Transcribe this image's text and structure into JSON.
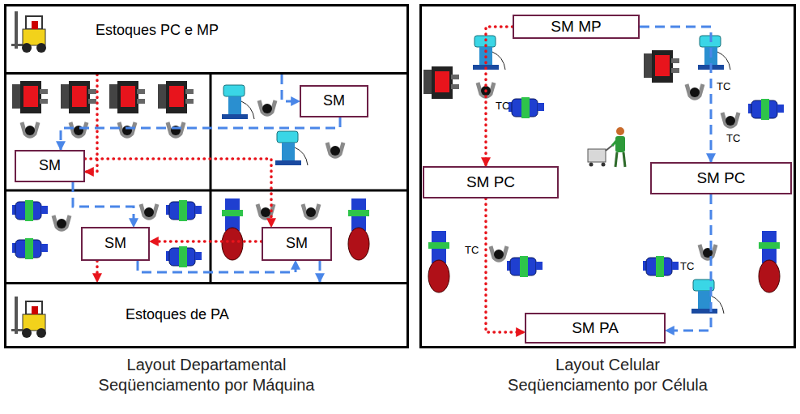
{
  "diagram": {
    "nodes": [
      {
        "text": [
          "Layout Departamental Seqüenciamento por Máquina"
        ]
      },
      {
        "text": [
          "Estoques PC e MP"
        ],
        "in": 0
      },
      {
        "text": [
          "SM"
        ],
        "in": 0
      },
      {
        "text": [
          "SM"
        ],
        "in": 0
      },
      {
        "text": [
          "SM"
        ],
        "in": 0
      },
      {
        "text": [
          "SM"
        ],
        "in": 0
      },
      {
        "text": [
          "Estoques de PA"
        ],
        "in": 0
      },
      {
        "text": [
          "Layout Celular Seqüenciamento por Célula"
        ]
      },
      {
        "text": [
          "SM MP"
        ],
        "in": 7
      },
      {
        "text": [
          "SM PC"
        ],
        "in": 7
      },
      {
        "text": [
          "SM PC"
        ],
        "in": 7
      },
      {
        "text": [
          "SM PA"
        ],
        "in": 7
      }
    ],
    "edges": [
      {
        "from": 1,
        "to": 3,
        "arrow": "to"
      },
      {
        "from": 3,
        "to": 5,
        "arrow": "to"
      },
      {
        "from": 5,
        "to": 4,
        "arrow": "to"
      },
      {
        "from": 4,
        "to": 6,
        "arrow": "to"
      },
      {
        "from": 1,
        "to": 2,
        "arrow": "to"
      },
      {
        "from": 2,
        "to": 3,
        "arrow": "to"
      },
      {
        "from": 3,
        "to": 4,
        "arrow": "to"
      },
      {
        "from": 4,
        "to": 5,
        "arrow": "to"
      },
      {
        "from": 5,
        "to": 6,
        "arrow": "to"
      },
      {
        "from": 8,
        "to": 9,
        "arrow": "to"
      },
      {
        "from": 9,
        "to": 11,
        "arrow": "to"
      },
      {
        "from": 8,
        "to": 10,
        "arrow": "to"
      },
      {
        "from": 10,
        "to": 11,
        "arrow": "to"
      }
    ],
    "labels": [
      "TC",
      "TC",
      "TC",
      "TC",
      "TC"
    ]
  }
}
